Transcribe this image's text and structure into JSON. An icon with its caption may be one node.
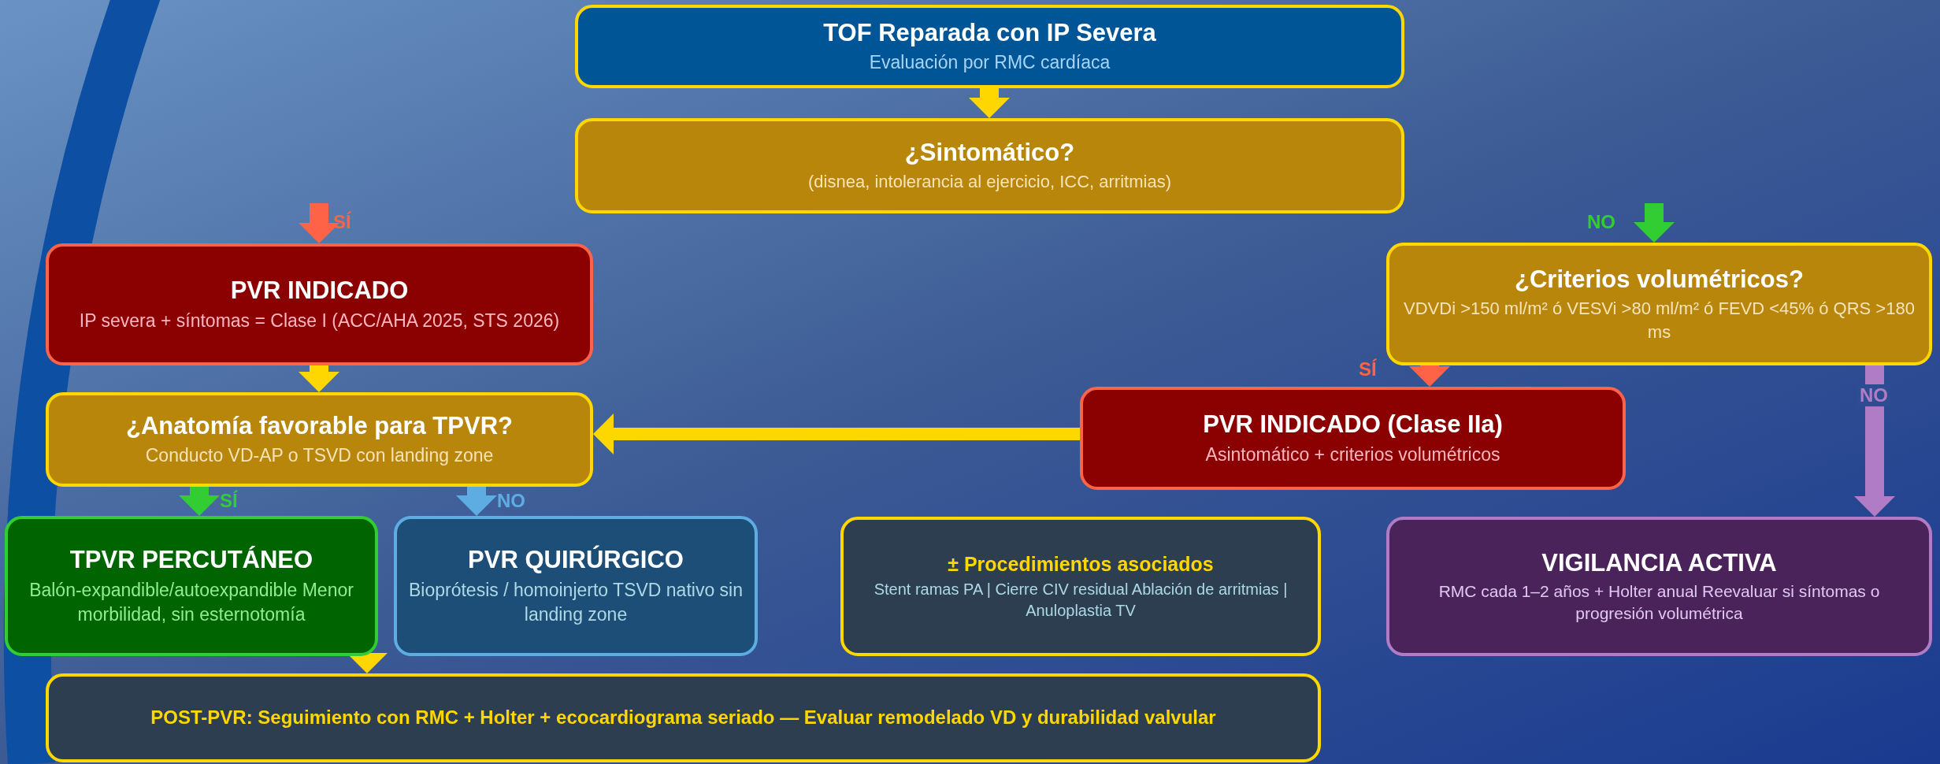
{
  "diagram": {
    "nodes": [
      {
        "text": [
          "TOF Reparada con IP Severa",
          "Evaluación por RMC cardíaca"
        ]
      },
      {
        "text": [
          "¿Sintomático?",
          "(disnea, intolerancia al ejercicio, ICC, arritmias)"
        ]
      },
      {
        "text": [
          "PVR INDICADO",
          "IP severa + síntomas = Clase I (ACC/AHA 2025, STS 2026)"
        ]
      },
      {
        "text": [
          "¿Criterios volumétricos?",
          "VDVDi >150 ml/m² ó VESVi >80 ml/m² ó FEVD <45% ó QRS >180 ms"
        ]
      },
      {
        "text": [
          "¿Anatomía favorable para TPVR?",
          "Conducto VD-AP o TSVD con landing zone"
        ]
      },
      {
        "text": [
          "PVR INDICADO (Clase IIa)",
          "Asintomático + criterios volumétricos"
        ]
      },
      {
        "text": [
          "TPVR PERCUTÁNEO",
          "Balón-expandible/autoexpandible Menor morbilidad, sin esternotomía"
        ]
      },
      {
        "text": [
          "PVR QUIRÚRGICO",
          "Bioprótesis / homoinjerto TSVD nativo sin landing zone"
        ]
      },
      {
        "text": [
          "± Procedimientos asociados",
          "Stent ramas PA | Cierre CIV residual Ablación de arritmias | Anuloplastia TV"
        ]
      },
      {
        "text": [
          "VIGILANCIA ACTIVA",
          "RMC cada 1–2 años + Holter anual Reevaluar si síntomas o progresión volumétrica"
        ]
      },
      {
        "text": [
          "POST-PVR: Seguimiento con RMC + Holter + ecocardiograma seriado — Evaluar remodelado VD y durabilidad valvular"
        ]
      }
    ],
    "edges": [
      {
        "from": 0,
        "to": 1,
        "arrow": "to"
      },
      {
        "from": null,
        "to": 2,
        "arrow": "to",
        "label": "SÍ",
        "color": "#ff6347"
      },
      {
        "from": null,
        "to": 3,
        "arrow": "to",
        "label": "NO",
        "color": "#32cd32"
      },
      {
        "from": 2,
        "to": 4,
        "arrow": "to"
      },
      {
        "from": 5,
        "to": 4,
        "arrow": "to"
      },
      {
        "from": 3,
        "to": 5,
        "arrow": "to",
        "label": "SÍ",
        "color": "#ff6347"
      },
      {
        "from": 3,
        "to": 9,
        "arrow": "to",
        "label": "NO",
        "color": "#b07cc6"
      },
      {
        "from": 4,
        "to": 6,
        "arrow": "to",
        "label": "SÍ",
        "color": "#32cd32"
      },
      {
        "from": 4,
        "to": 7,
        "arrow": "to",
        "label": "NO",
        "color": "#5dade2"
      },
      {
        "from": 6,
        "to": 10,
        "arrow": "to"
      }
    ]
  }
}
